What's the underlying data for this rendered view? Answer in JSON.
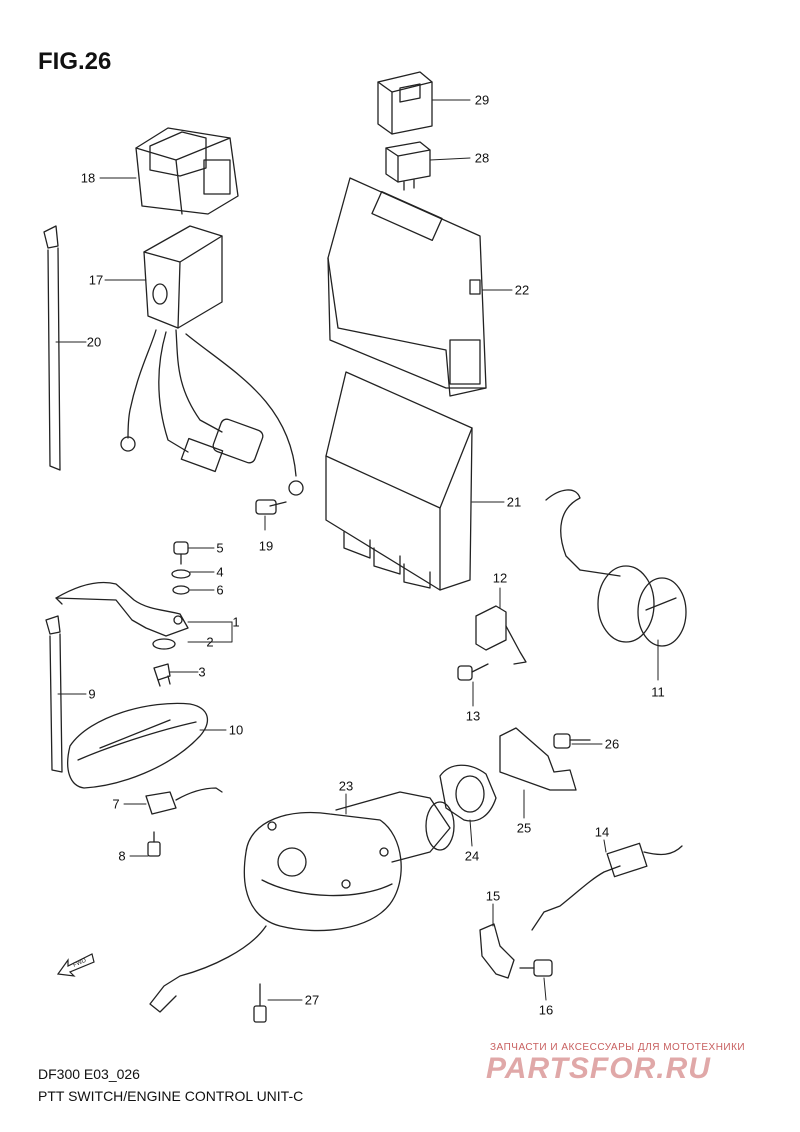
{
  "figure": {
    "title": "FIG.26",
    "model_code": "DF300  E03_026",
    "caption": "PTT SWITCH/ENGINE CONTROL UNIT-C"
  },
  "fwd_label": "FWD",
  "watermark": {
    "tagline": "ЗАПЧАСТИ И АКСЕССУАРЫ ДЛЯ МОТОТЕХНИКИ",
    "logo": "PARTSFOR.RU"
  },
  "callouts": [
    {
      "id": "1",
      "label": "1"
    },
    {
      "id": "2",
      "label": "2"
    },
    {
      "id": "3",
      "label": "3"
    },
    {
      "id": "4",
      "label": "4"
    },
    {
      "id": "5",
      "label": "5"
    },
    {
      "id": "6",
      "label": "6"
    },
    {
      "id": "7",
      "label": "7"
    },
    {
      "id": "8",
      "label": "8"
    },
    {
      "id": "9",
      "label": "9"
    },
    {
      "id": "10",
      "label": "10"
    },
    {
      "id": "11",
      "label": "11"
    },
    {
      "id": "12",
      "label": "12"
    },
    {
      "id": "13",
      "label": "13"
    },
    {
      "id": "14",
      "label": "14"
    },
    {
      "id": "15",
      "label": "15"
    },
    {
      "id": "16",
      "label": "16"
    },
    {
      "id": "17",
      "label": "17"
    },
    {
      "id": "18",
      "label": "18"
    },
    {
      "id": "19",
      "label": "19"
    },
    {
      "id": "20",
      "label": "20"
    },
    {
      "id": "21",
      "label": "21"
    },
    {
      "id": "22",
      "label": "22"
    },
    {
      "id": "23",
      "label": "23"
    },
    {
      "id": "24",
      "label": "24"
    },
    {
      "id": "25",
      "label": "25"
    },
    {
      "id": "26",
      "label": "26"
    },
    {
      "id": "27",
      "label": "27"
    },
    {
      "id": "28",
      "label": "28"
    },
    {
      "id": "29",
      "label": "29"
    }
  ]
}
